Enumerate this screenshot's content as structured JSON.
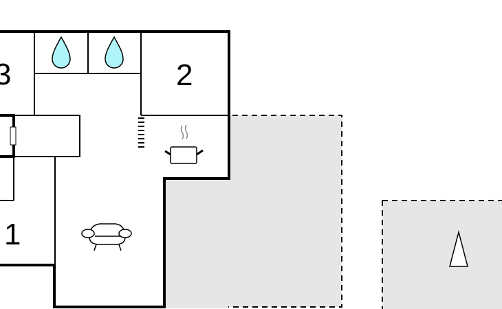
{
  "rooms": {
    "room_1": "1",
    "room_2": "2",
    "room_3": "3"
  },
  "icons": [
    "water-drop-icon",
    "water-drop-icon",
    "cooking-pot-icon",
    "armchair-icon",
    "tent-icon"
  ],
  "colors": {
    "water": "#aef4f8",
    "terrace": "#e6e6e6",
    "wall": "#000000"
  }
}
